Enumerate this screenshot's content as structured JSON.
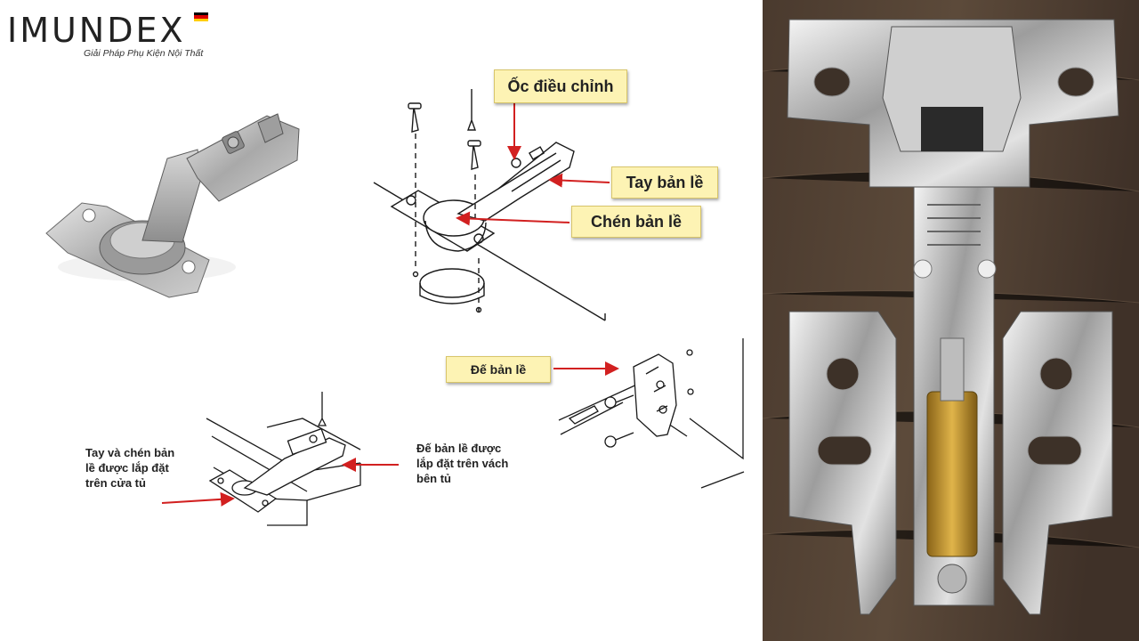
{
  "brand": {
    "name": "IMUNDEX",
    "tagline": "Giải Pháp Phụ Kiện Nội Thất",
    "flag_colors": [
      "#000000",
      "#dd0000",
      "#ffce00"
    ]
  },
  "diagram": {
    "labels": {
      "adjust_screw": "Ốc điều chỉnh",
      "hinge_arm": "Tay bản lề",
      "hinge_cup": "Chén bản lề",
      "hinge_base": "Đế bản lề",
      "arm_cup_line1": "Tay và chén bản",
      "arm_cup_line2": "lề được lắp đặt",
      "arm_cup_line3": "trên cửa tủ",
      "base_installed_line1": "Đế bản lề được",
      "base_installed_line2": "lắp đặt trên vách",
      "base_installed_line3": "bên tủ"
    },
    "colors": {
      "callout_fill": "#fdf3b4",
      "arrow": "#d22020",
      "ink": "#1a1a1a",
      "brass": "#c99a2e"
    }
  },
  "photo": {
    "description_icons": [
      "hinge-photo"
    ]
  }
}
